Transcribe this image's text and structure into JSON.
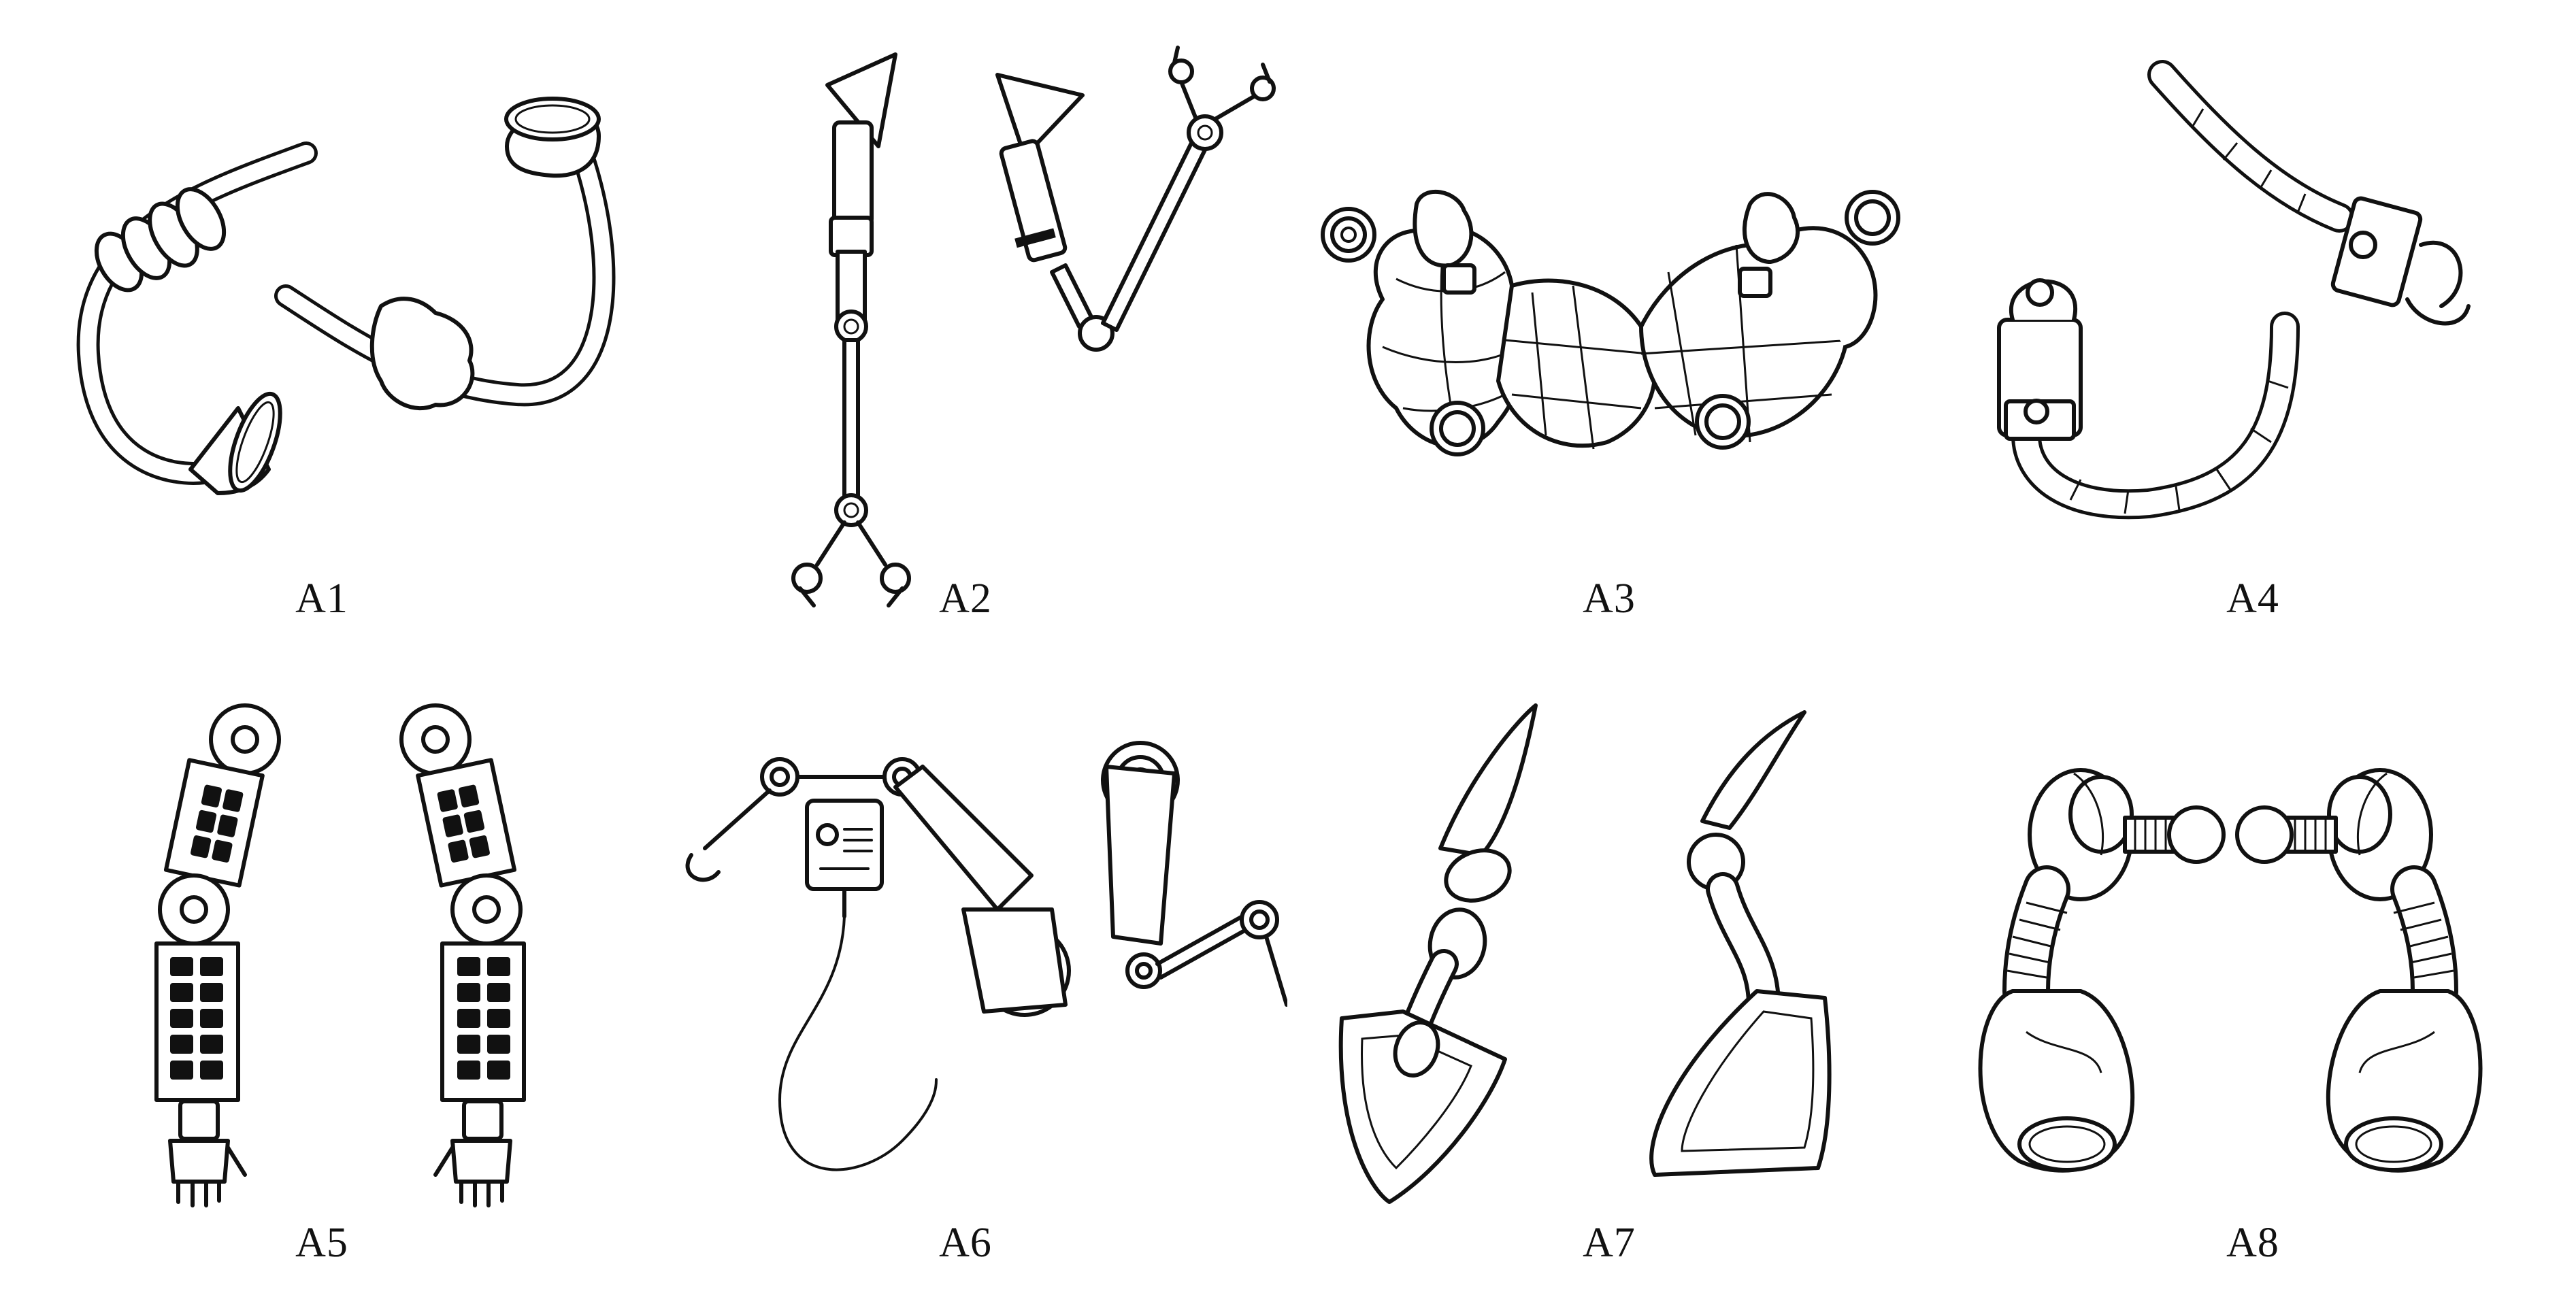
{
  "figure": {
    "panels": [
      {
        "id": "A1",
        "label": "A1",
        "icon": "tube-arm-with-suction-cups"
      },
      {
        "id": "A2",
        "label": "A2",
        "icon": "thin-jointed-arm-with-gripper"
      },
      {
        "id": "A3",
        "label": "A3",
        "icon": "muscular-segmented-arms"
      },
      {
        "id": "A4",
        "label": "A4",
        "icon": "segmented-hose-arm-with-claw"
      },
      {
        "id": "A5",
        "label": "A5",
        "icon": "modular-arm-with-hand"
      },
      {
        "id": "A6",
        "label": "A6",
        "icon": "industrial-arm-with-iv-bag"
      },
      {
        "id": "A7",
        "label": "A7",
        "icon": "blade-arm"
      },
      {
        "id": "A8",
        "label": "A8",
        "icon": "spring-joint-arm"
      }
    ]
  }
}
